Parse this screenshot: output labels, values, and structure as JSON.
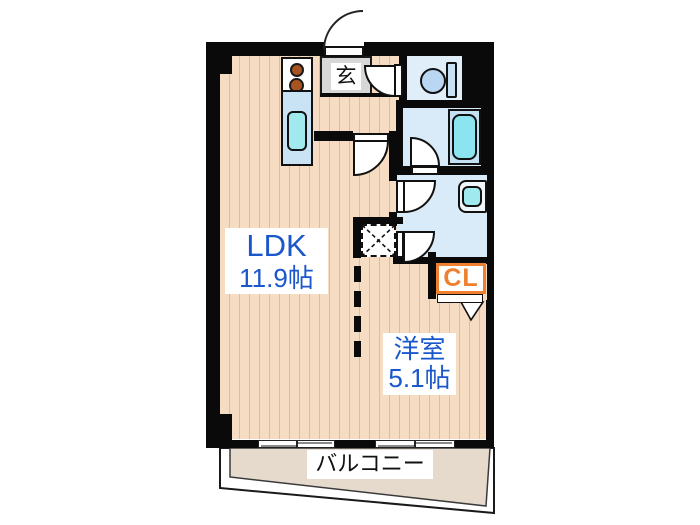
{
  "floorplan": {
    "rooms": {
      "ldk": {
        "name": "LDK",
        "size": "11.9帖"
      },
      "western_room": {
        "name": "洋室",
        "size": "5.1帖"
      },
      "entrance": {
        "label": "玄"
      },
      "closet": {
        "label": "CL"
      },
      "balcony": {
        "label": "バルコニー"
      }
    },
    "fixtures": [
      "entrance-door-swing",
      "kitchen-stove-burners",
      "kitchen-sink",
      "toilet",
      "bathtub",
      "washbasin",
      "washing-machine-pan",
      "interior-door-swings",
      "closet-folding-door",
      "sliding-windows",
      "dashed-room-divider"
    ],
    "colors": {
      "wall": "#0a0a0a",
      "floor": "#f6dcc2",
      "wet_rooms": "#d9eaf8",
      "bathtub": "#8be4ef",
      "label_blue": "#1a57cc",
      "closet_orange": "#f08030",
      "genkan_gray": "#d7d7d7",
      "balcony": "#e5dacb"
    }
  }
}
